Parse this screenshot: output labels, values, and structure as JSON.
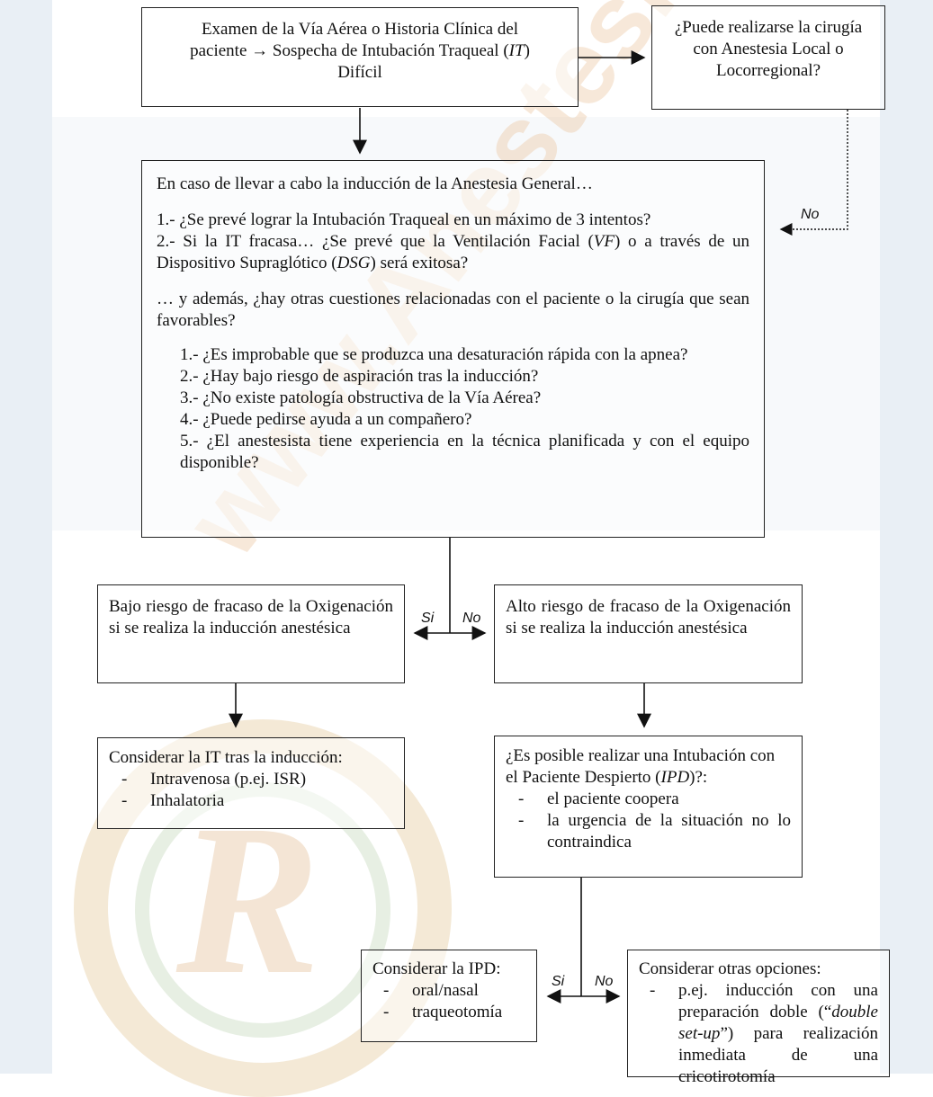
{
  "watermark": {
    "text": "www.Anestesiar.org",
    "colors": {
      "seal": "#e0c18a",
      "stripe": "#cdd9e6",
      "green": "#9fbf8f"
    }
  },
  "box_top_left": {
    "line1": "Examen de la Vía Aérea o Historia Clínica del",
    "line2_pre": "paciente ",
    "arrow": "→",
    "line2_post": " Sospecha de Intubación Traqueal (",
    "line2_it": "IT",
    "line2_close": ")",
    "line3": "Difícil"
  },
  "box_top_right": {
    "text": "¿Puede realizarse la cirugía con Anestesia Local o Locorregional?"
  },
  "label_no_top": "No",
  "box_main": {
    "intro": "En caso de llevar a cabo la inducción de la Anestesia General…",
    "q1": "1.- ¿Se prevé lograr la Intubación Traqueal en un máximo de 3 intentos?",
    "q2_a": "2.- Si la IT fracasa… ¿Se prevé que la Ventilación Facial (",
    "q2_vf": "VF",
    "q2_b": ") o a través de un Dispositivo Supraglótico (",
    "q2_dsg": "DSG",
    "q2_c": ") será exitosa?",
    "further": "… y además, ¿hay otras cuestiones relacionadas con el paciente o la cirugía que sean favorables?",
    "sub1": "1.- ¿Es improbable que se produzca una desaturación rápida con la apnea?",
    "sub2": "2.- ¿Hay bajo riesgo de aspiración tras la inducción?",
    "sub3": "3.- ¿No existe patología obstructiva de la Vía Aérea?",
    "sub4": "4.- ¿Puede pedirse ayuda a un compañero?",
    "sub5": "5.- ¿El anestesista tiene experiencia en la técnica planificada y con el equipo disponible?"
  },
  "label_si_mid": "Si",
  "label_no_mid": "No",
  "box_low_risk": {
    "text": "Bajo riesgo de fracaso de la Oxigenación si se realiza la inducción anestésica"
  },
  "box_high_risk": {
    "text": "Alto riesgo de fracaso de la Oxigenación si se realiza la inducción anestésica"
  },
  "box_consider_it": {
    "title": "Considerar la IT tras la inducción:",
    "items": [
      "Intravenosa (p.ej. ISR)",
      "Inhalatoria"
    ]
  },
  "box_awake": {
    "title_a": "¿Es posible realizar una Intubación con el Paciente Despierto (",
    "title_ipd": "IPD",
    "title_b": ")?:",
    "items": [
      "el paciente coopera",
      "la urgencia de la situación no lo contraindica"
    ]
  },
  "label_si_bottom": "Si",
  "label_no_bottom": "No",
  "box_consider_ipd": {
    "title": "Considerar la IPD:",
    "items": [
      "oral/nasal",
      "traqueotomía"
    ]
  },
  "box_other": {
    "title": "Considerar otras opciones:",
    "item_a": "p.ej. inducción con una preparación doble (“",
    "item_em": "double set-up",
    "item_b": "”) para realización inmediata de una cricotirotomía"
  },
  "dash": "-"
}
